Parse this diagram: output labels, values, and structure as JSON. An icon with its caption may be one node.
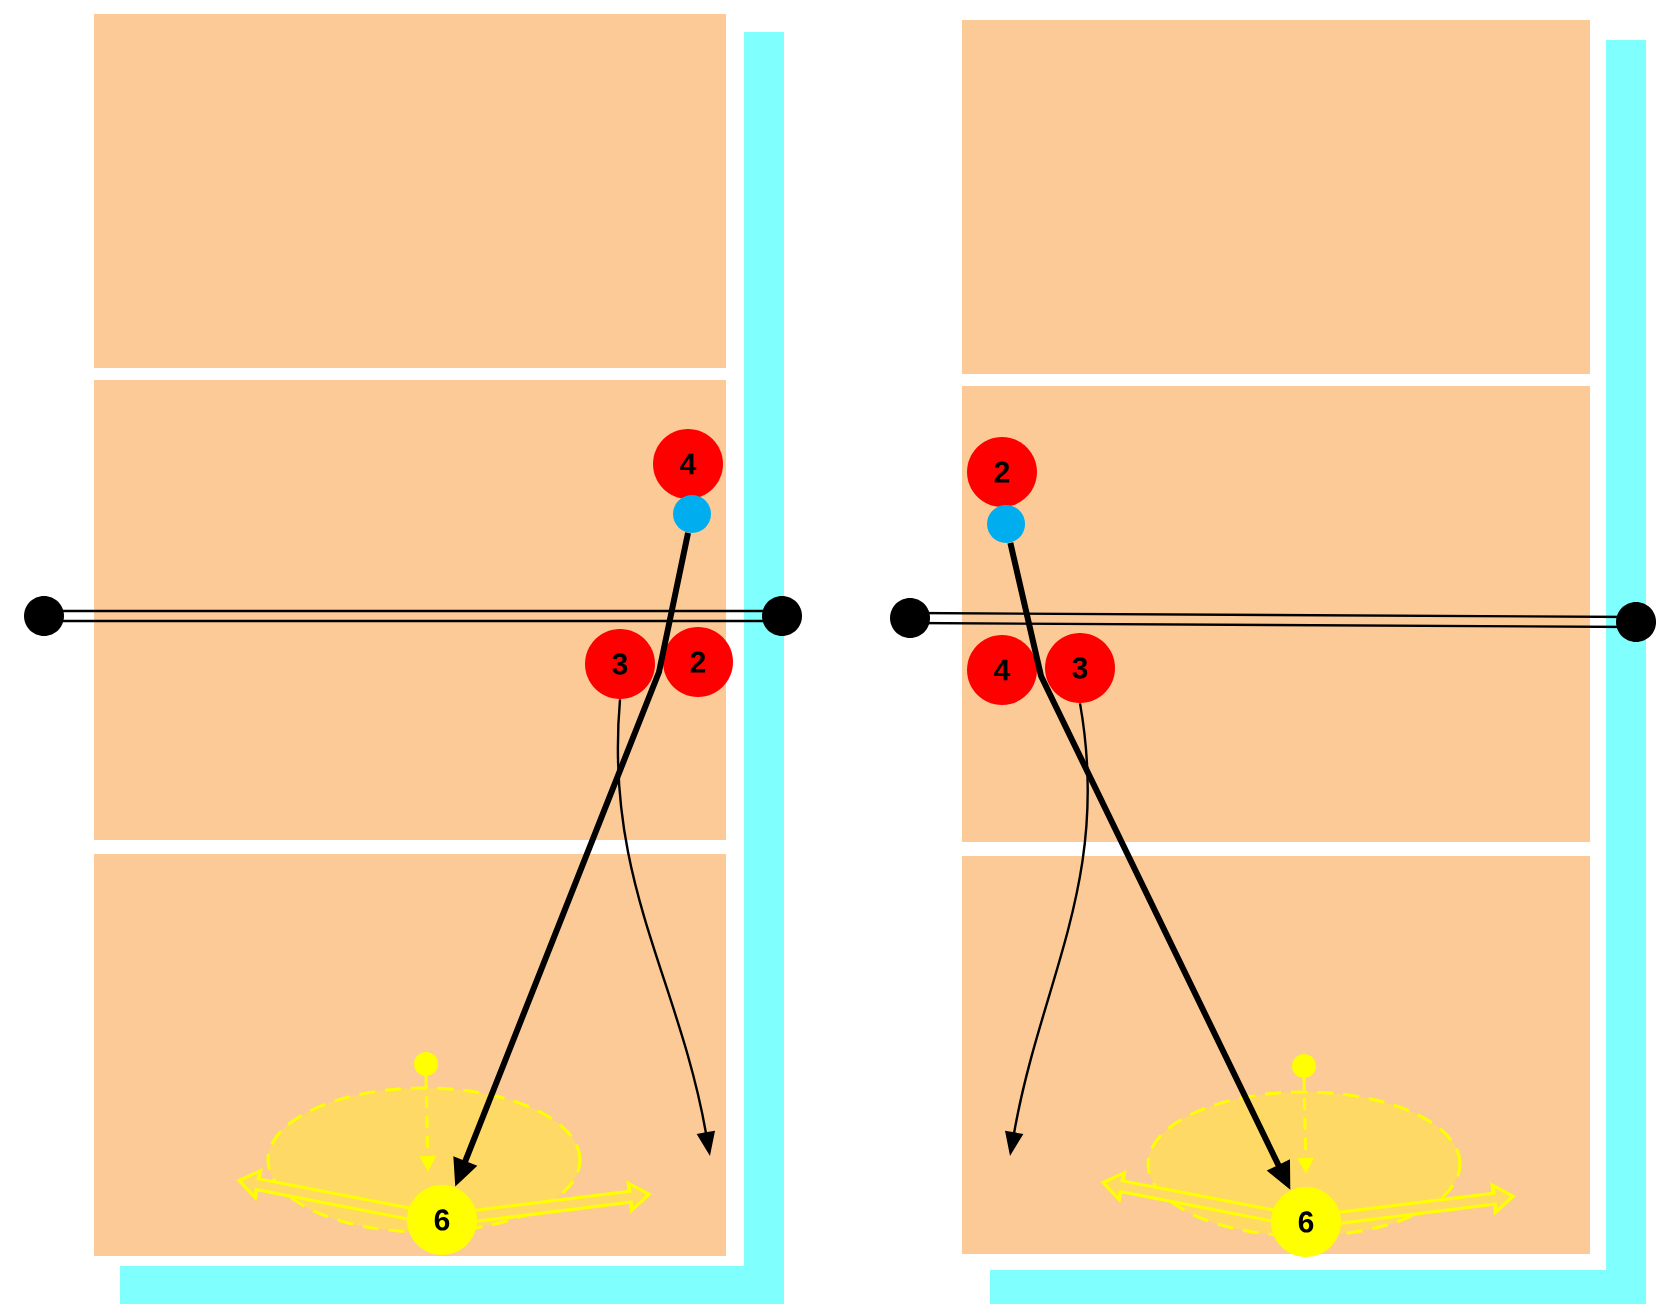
{
  "diagram": {
    "nodes": [
      {
        "text": [
          "4"
        ]
      },
      {
        "text": [],
        "shape": "circle"
      },
      {
        "text": [
          "3"
        ]
      },
      {
        "text": [
          "2"
        ]
      },
      {
        "text": [
          "6"
        ]
      },
      {
        "text": [
          "2"
        ]
      },
      {
        "text": [],
        "shape": "circle"
      },
      {
        "text": [
          "4"
        ]
      },
      {
        "text": [
          "3"
        ]
      },
      {
        "text": [
          "6"
        ]
      }
    ],
    "edges": [
      {
        "from": 1,
        "to": 4,
        "arrow": "to",
        "style": "thick"
      },
      {
        "from": 2,
        "to": null,
        "arrow": "to"
      },
      {
        "from": 6,
        "to": 9,
        "arrow": "to",
        "style": "thick"
      },
      {
        "from": 8,
        "to": null,
        "arrow": "to"
      }
    ]
  }
}
